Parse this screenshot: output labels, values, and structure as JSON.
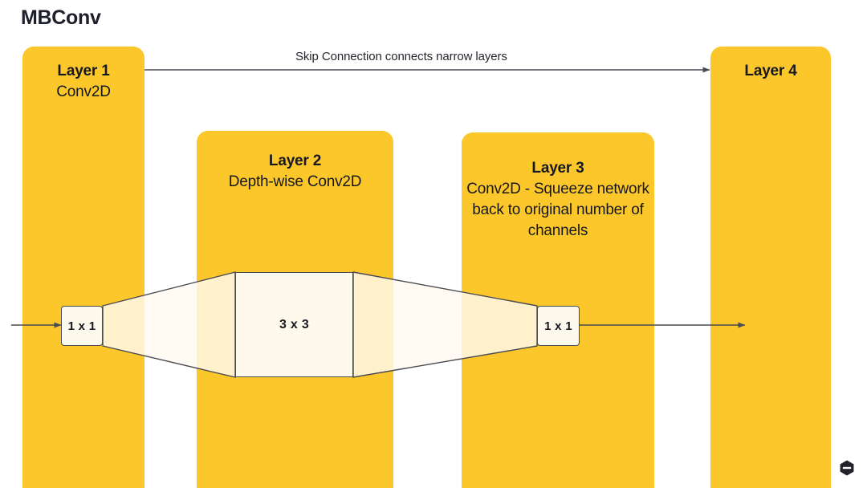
{
  "title": "MBConv",
  "theme": {
    "accent": "#fcc72b",
    "ink": "#17181f",
    "line": "#4a4a52",
    "kernel_fill": "#fdf9ec",
    "funnel_fill": "#fffaf0",
    "background": "#ffffff"
  },
  "layers": [
    {
      "id": "layer-1",
      "title": "Layer 1",
      "subtitle": "Conv2D"
    },
    {
      "id": "layer-2",
      "title": "Layer 2",
      "subtitle": "Depth-wise Conv2D"
    },
    {
      "id": "layer-3",
      "title": "Layer 3",
      "subtitle": "Conv2D - Squeeze network back to original number of channels"
    },
    {
      "id": "layer-4",
      "title": "Layer 4",
      "subtitle": ""
    }
  ],
  "kernels": [
    {
      "id": "kernel-left",
      "label": "1 x 1"
    },
    {
      "id": "kernel-mid",
      "label": "3 x 3"
    },
    {
      "id": "kernel-right",
      "label": "1 x 1"
    }
  ],
  "connectors": {
    "skip_label": "Skip Connection connects narrow layers",
    "input_arrow": "input-arrow",
    "output_arrow": "output-arrow",
    "skip_arrow": "skip-connection-arrow"
  },
  "brand": {
    "icon": "hexagon-logo-icon"
  }
}
